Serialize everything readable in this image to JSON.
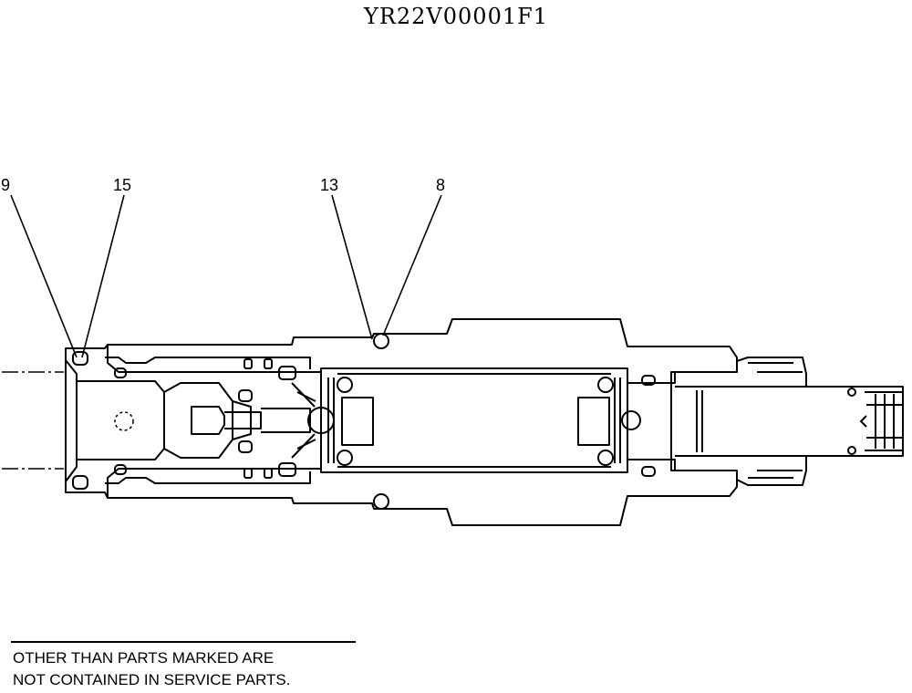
{
  "drawing": {
    "code": "YR22V00001F1"
  },
  "callouts": [
    {
      "number": "9"
    },
    {
      "number": "15"
    },
    {
      "number": "13"
    },
    {
      "number": "8"
    }
  ],
  "note": {
    "line1": "OTHER THAN PARTS MARKED ARE",
    "line2": "NOT CONTAINED IN SERVICE PARTS."
  }
}
